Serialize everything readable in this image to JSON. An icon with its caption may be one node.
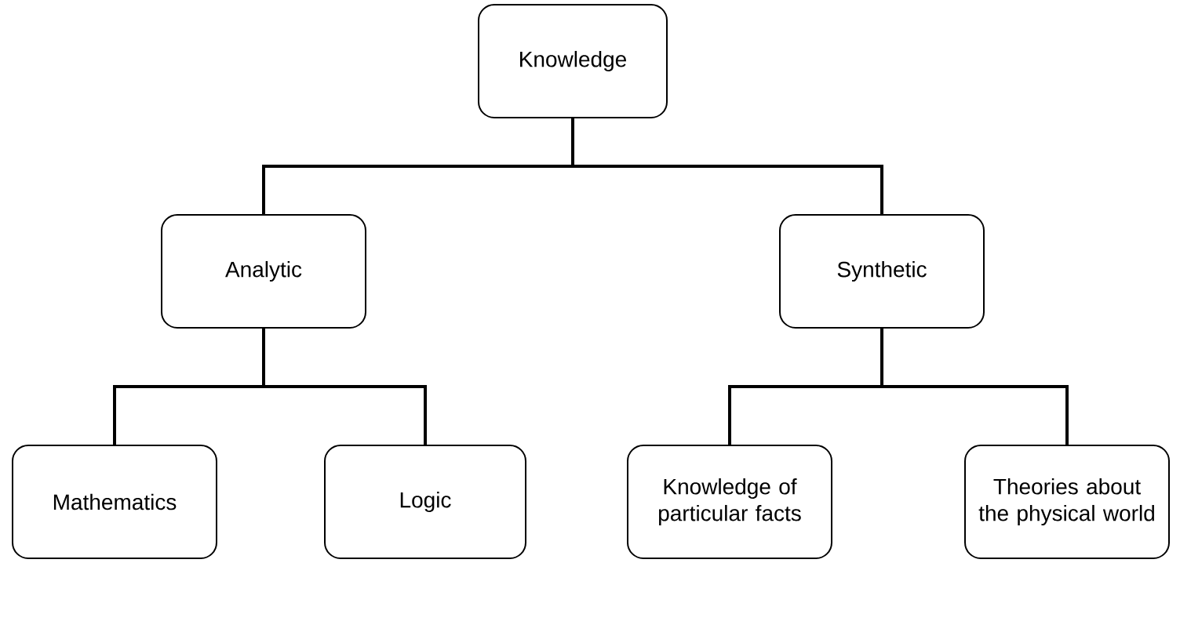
{
  "diagram": {
    "nodes": [
      {
        "text": [
          "Knowledge"
        ]
      },
      {
        "text": [
          "Analytic"
        ]
      },
      {
        "text": [
          "Synthetic"
        ]
      },
      {
        "text": [
          "Mathematics"
        ]
      },
      {
        "text": [
          "Logic"
        ]
      },
      {
        "text": [
          "Knowledge of particular facts"
        ]
      },
      {
        "text": [
          "Theories about the physical world"
        ]
      }
    ],
    "edges": [
      {
        "from": 0,
        "to": 1,
        "arrow": "none"
      },
      {
        "from": 0,
        "to": 2,
        "arrow": "none"
      },
      {
        "from": 1,
        "to": 3,
        "arrow": "none"
      },
      {
        "from": 1,
        "to": 4,
        "arrow": "none"
      },
      {
        "from": 2,
        "to": 5,
        "arrow": "none"
      },
      {
        "from": 2,
        "to": 6,
        "arrow": "none"
      }
    ]
  }
}
